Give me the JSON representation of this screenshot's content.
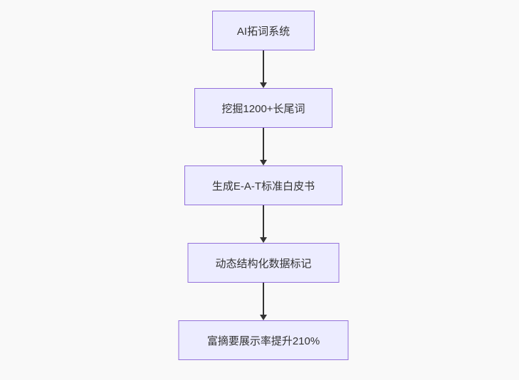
{
  "diagram": {
    "type": "flowchart",
    "direction": "top-down",
    "nodes": [
      {
        "label": "AI拓词系统"
      },
      {
        "label": "挖掘1200+长尾词"
      },
      {
        "label": "生成E-A-T标准白皮书"
      },
      {
        "label": "动态结构化数据标记"
      },
      {
        "label": "富摘要展示率提升210%"
      }
    ],
    "edges": [
      {
        "from": 0,
        "to": 1
      },
      {
        "from": 1,
        "to": 2
      },
      {
        "from": 2,
        "to": 3
      },
      {
        "from": 3,
        "to": 4
      }
    ],
    "colors": {
      "background": "#f9f9f9",
      "node_fill": "#ECECFF",
      "node_border": "#9370DB",
      "arrow": "#333333",
      "text": "#333333"
    }
  }
}
